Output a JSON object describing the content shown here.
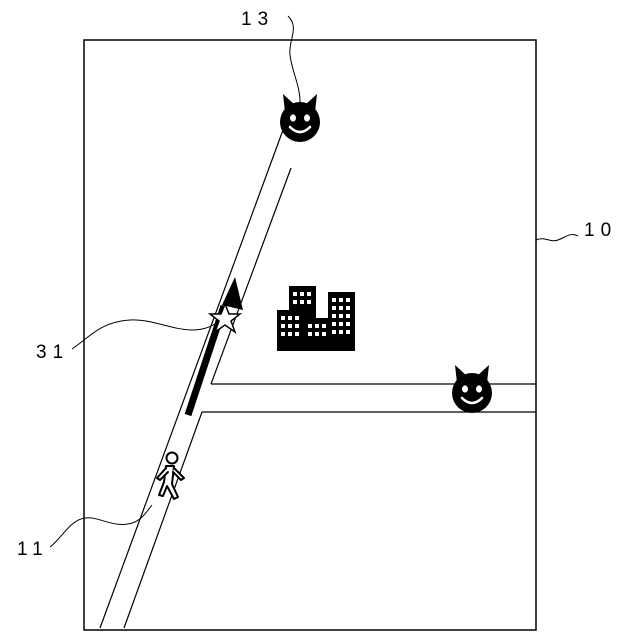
{
  "figure": {
    "labels": {
      "screen": "10",
      "user": "11",
      "threat": "13",
      "marker": "31"
    },
    "icons": {
      "screen": "map-screen",
      "user": "walking-person-icon",
      "threat_upper": "devil-face-icon",
      "threat_right": "devil-face-icon",
      "buildings": "city-buildings-icon",
      "marker": "star-icon",
      "direction": "direction-arrow-icon"
    },
    "colors": {
      "line": "#000000",
      "background": "#ffffff"
    }
  }
}
